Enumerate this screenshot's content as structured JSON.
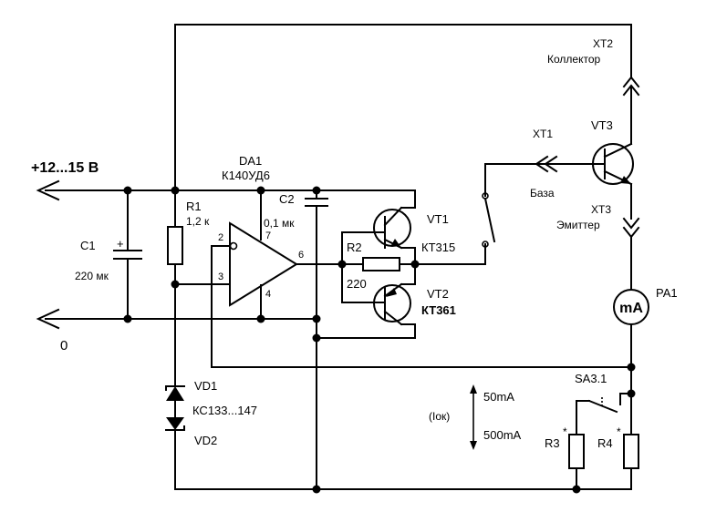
{
  "labels": {
    "supply": "+12...15 В",
    "ground": "0",
    "c1_ref": "C1",
    "c1_val": "220 мк",
    "c1_plus": "+",
    "r1_ref": "R1",
    "r1_val": "1,2 к",
    "da1_ref": "DA1",
    "da1_type": "К140УД6",
    "pin2": "2",
    "pin3": "3",
    "pin4": "4",
    "pin6": "6",
    "pin7": "7",
    "c2_ref": "C2",
    "c2_val": "0,1 мк",
    "vt1_ref": "VT1",
    "vt1_type": "КТ315",
    "vt2_ref": "VT2",
    "vt2_type": "КТ361",
    "r2_ref": "R2",
    "r2_val": "220",
    "vt3_ref": "VT3",
    "xt2_ref": "XT2",
    "xt2_name": "Коллектор",
    "xt1_ref": "XT1",
    "xt1_name": "База",
    "xt3_ref": "XT3",
    "xt3_name": "Эмиттер",
    "pa1_ref": "PA1",
    "meter": "mA",
    "vd1_ref": "VD1",
    "vd_type": "КС133...147",
    "vd2_ref": "VD2",
    "sa3_ref": "SA3.1",
    "range_hi": "50mA",
    "range_lo": "500mA",
    "range_name": "(Iок)",
    "r3_ref": "R3",
    "r4_ref": "R4",
    "star": "*"
  }
}
